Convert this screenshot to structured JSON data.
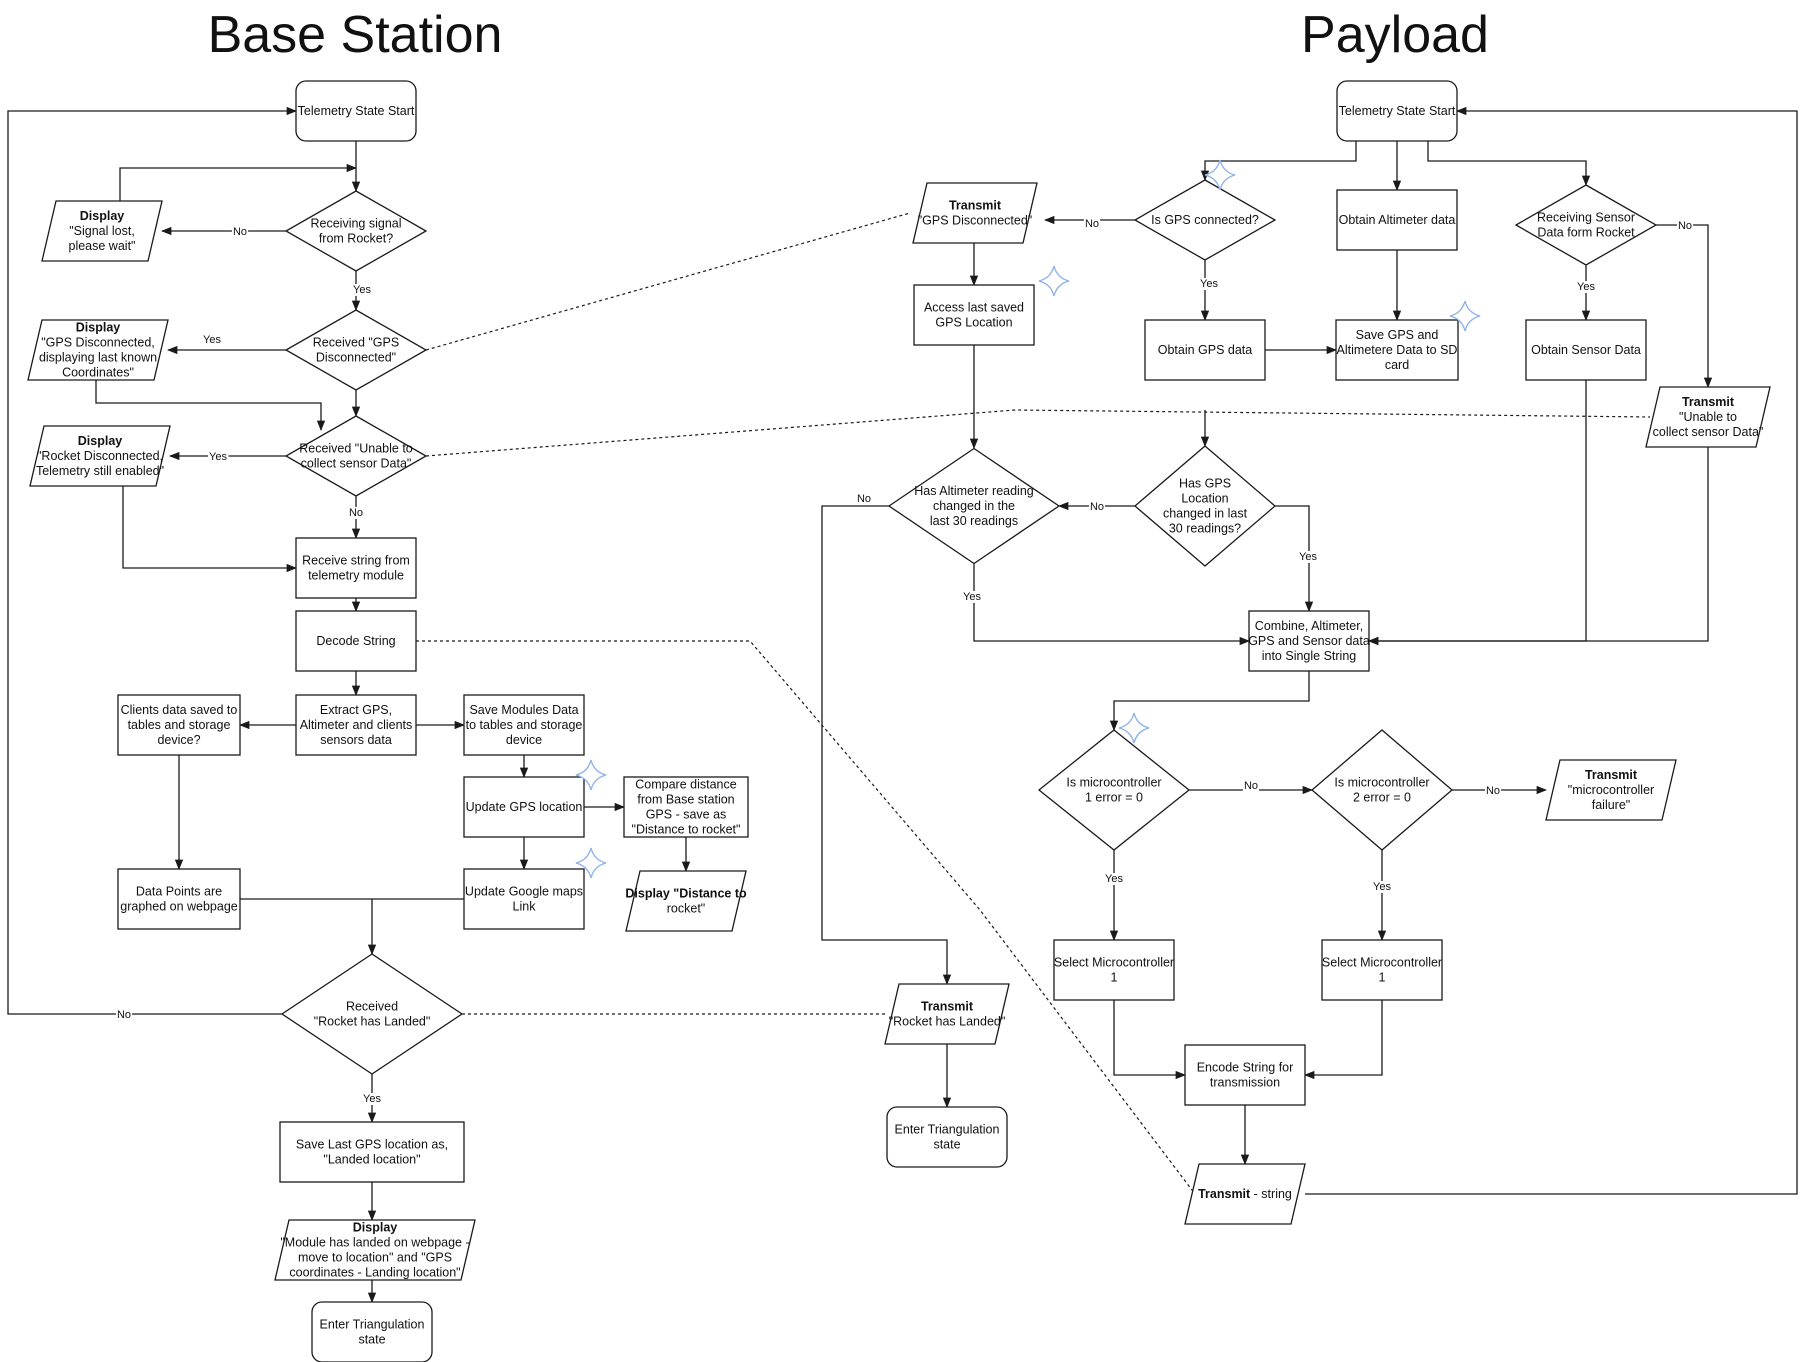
{
  "titles": {
    "base_station": "Base Station",
    "payload": "Payload"
  },
  "accent_color": "#8fb3e8",
  "nodes": {
    "bs_start": "Telemetry State Start",
    "bs_q_signal": [
      "Receiving signal",
      "from Rocket?"
    ],
    "bs_disp_signal_lost": [
      "Display",
      "\"Signal lost,",
      "please wait\""
    ],
    "bs_q_gps_disc": [
      "Received \"GPS",
      "Disconnected\""
    ],
    "bs_disp_gps_disc": [
      "Display",
      "\"GPS Disconnected,",
      "displaying last known",
      "Coordinates\""
    ],
    "bs_q_unable": [
      "Received \"Unable to",
      "collect sensor Data\""
    ],
    "bs_disp_rocket_disc": [
      "Display",
      "\"Rocket Disconnected,",
      "Telemetry still enabled\""
    ],
    "bs_receive": [
      "Receive string from",
      "telemetry module"
    ],
    "bs_decode": "Decode String",
    "bs_extract": [
      "Extract GPS,",
      "Altimeter and clients",
      "sensors data"
    ],
    "bs_clients_saved": [
      "Clients data saved to",
      "tables and storage",
      "device?"
    ],
    "bs_save_modules": [
      "Save Modules Data",
      "to tables and storage",
      "device"
    ],
    "bs_update_gps": "Update GPS location",
    "bs_compare": [
      "Compare distance",
      "from Base station",
      "GPS - save as",
      "\"Distance to rocket\""
    ],
    "bs_update_maps": [
      "Update Google maps",
      "Link"
    ],
    "bs_disp_distance": [
      "Display \"Distance to",
      "rocket\""
    ],
    "bs_graphed": [
      "Data Points are",
      "graphed on webpage"
    ],
    "bs_q_landed": [
      "Received",
      "\"Rocket has Landed\""
    ],
    "bs_save_last": [
      "Save Last GPS location as,",
      "\"Landed location\""
    ],
    "bs_disp_landed": [
      "Display",
      "\"Module has landed on webpage -",
      "move to location\" and \"GPS",
      "coordinates - Landing location\""
    ],
    "bs_enter_tri": [
      "Enter Triangulation",
      "state"
    ],
    "pl_start": "Telemetry State Start",
    "pl_q_gps": "Is GPS connected?",
    "pl_tx_gps_disc": [
      "Transmit",
      "\"GPS Disconnected\""
    ],
    "pl_obtain_alt": "Obtain Altimeter data",
    "pl_q_sensor": [
      "Receiving Sensor",
      "Data form Rocket"
    ],
    "pl_access_last": [
      "Access last saved",
      "GPS Location"
    ],
    "pl_obtain_gps": "Obtain GPS data",
    "pl_save_gps_alt": [
      "Save GPS and",
      "Altimetere Data to SD",
      "card"
    ],
    "pl_obtain_sensor": "Obtain Sensor Data",
    "pl_tx_unable": [
      "Transmit",
      "\"Unable to",
      "collect sensor Data\""
    ],
    "pl_q_alt_changed": [
      "Has Altimeter reading",
      "changed in the",
      "last 30 readings"
    ],
    "pl_q_gps_changed": [
      "Has GPS",
      "Location",
      "changed in last",
      "30 readings?"
    ],
    "pl_combine": [
      "Combine, Altimeter,",
      "GPS and Sensor data",
      "into Single String"
    ],
    "pl_q_mc1": [
      "Is microcontroller",
      "1 error = 0"
    ],
    "pl_q_mc2": [
      "Is microcontroller",
      "2 error = 0"
    ],
    "pl_tx_mc_fail": [
      "Transmit",
      "\"microcontroller",
      "failure\""
    ],
    "pl_select_mc1": [
      "Select Microcontroller",
      "1"
    ],
    "pl_select_mc2": [
      "Select Microcontroller",
      "1"
    ],
    "pl_tx_landed": [
      "Transmit",
      "\"Rocket has Landed\""
    ],
    "pl_encode": [
      "Encode String for",
      "transmission"
    ],
    "pl_enter_tri": [
      "Enter Triangulation",
      "state"
    ],
    "pl_tx_string": [
      "Transmit",
      " - string"
    ]
  },
  "edge_labels": {
    "yes": "Yes",
    "no": "No"
  }
}
